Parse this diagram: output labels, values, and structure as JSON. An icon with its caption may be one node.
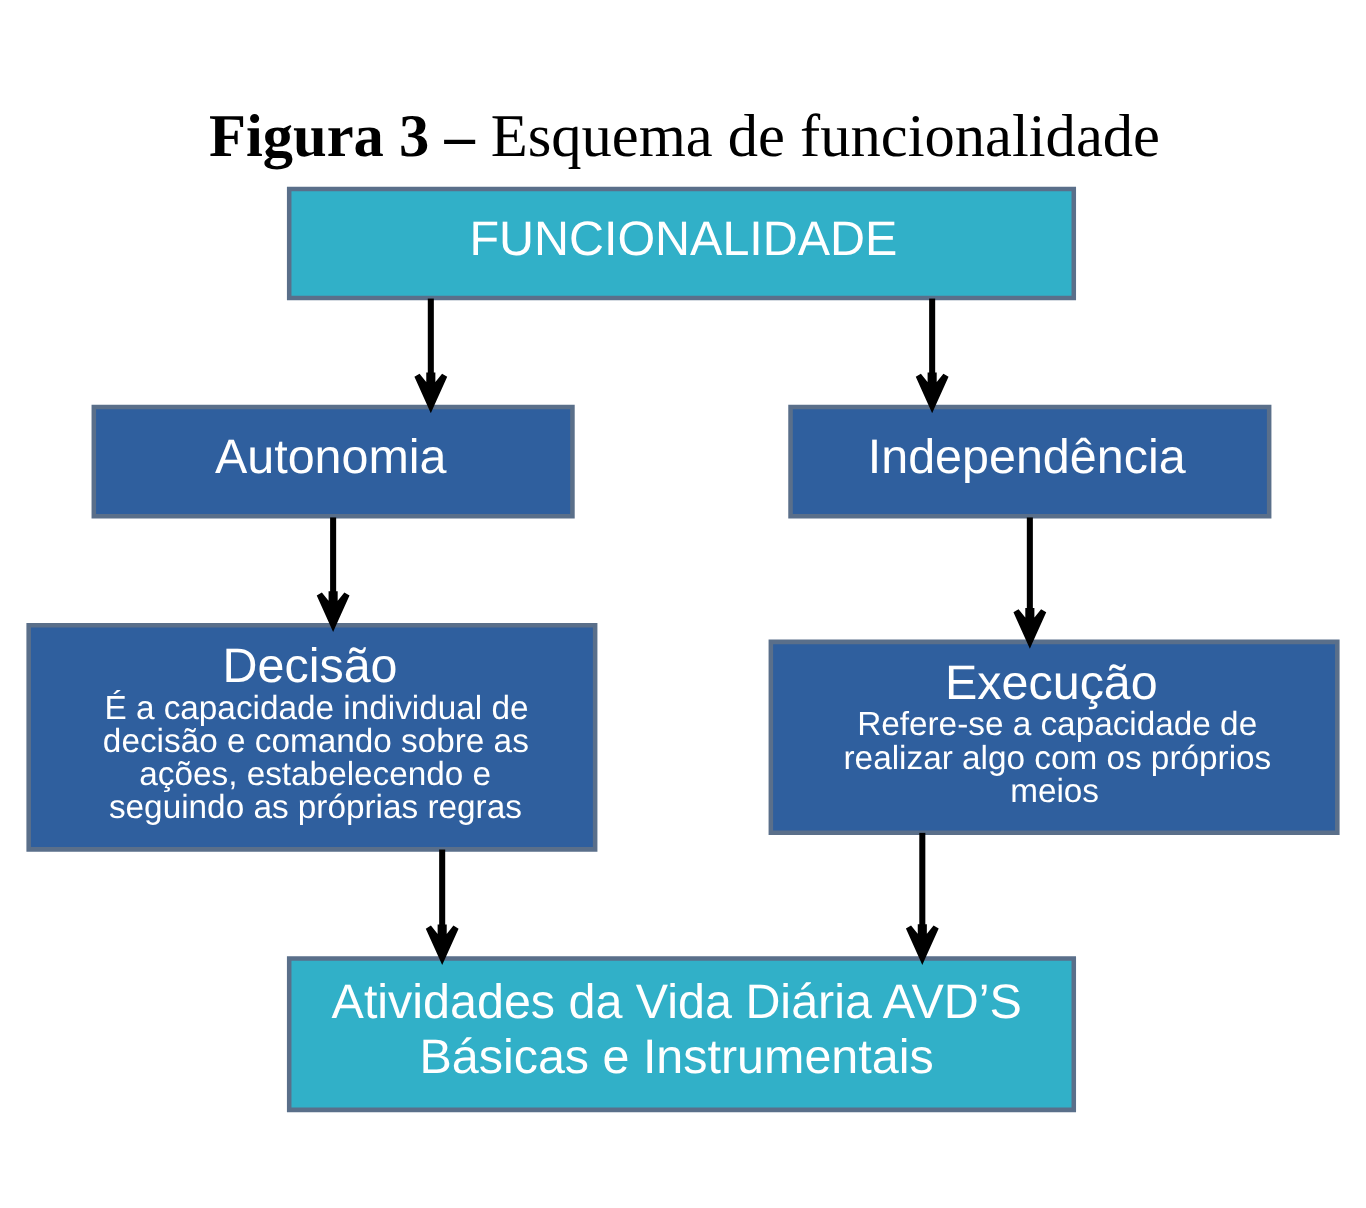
{
  "diagram": {
    "title": "**Figura 3 –** Esquema de funcionalidade",
    "nodes": [
      {
        "text": [
          "FUNCIONALIDADE"
        ]
      },
      {
        "text": [
          "Autonomia"
        ]
      },
      {
        "text": [
          "Independência"
        ]
      },
      {
        "text": [
          "Decisão",
          "É a capacidade individual de decisão e comando sobre as ações, estabelecendo e seguindo as próprias regras"
        ]
      },
      {
        "text": [
          "Execução",
          "Refere-se a capacidade de realizar algo com os próprios meios"
        ]
      },
      {
        "text": [
          "Atividades da Vida Diária AVD’S Básicas e Instrumentais"
        ]
      }
    ],
    "edges": [
      {
        "from": 0,
        "to": 1,
        "arrow": "to"
      },
      {
        "from": 0,
        "to": 2,
        "arrow": "to"
      },
      {
        "from": 1,
        "to": 3,
        "arrow": "to"
      },
      {
        "from": 2,
        "to": 4,
        "arrow": "to"
      },
      {
        "from": 3,
        "to": 5,
        "arrow": "to"
      },
      {
        "from": 4,
        "to": 5,
        "arrow": "to"
      }
    ]
  }
}
